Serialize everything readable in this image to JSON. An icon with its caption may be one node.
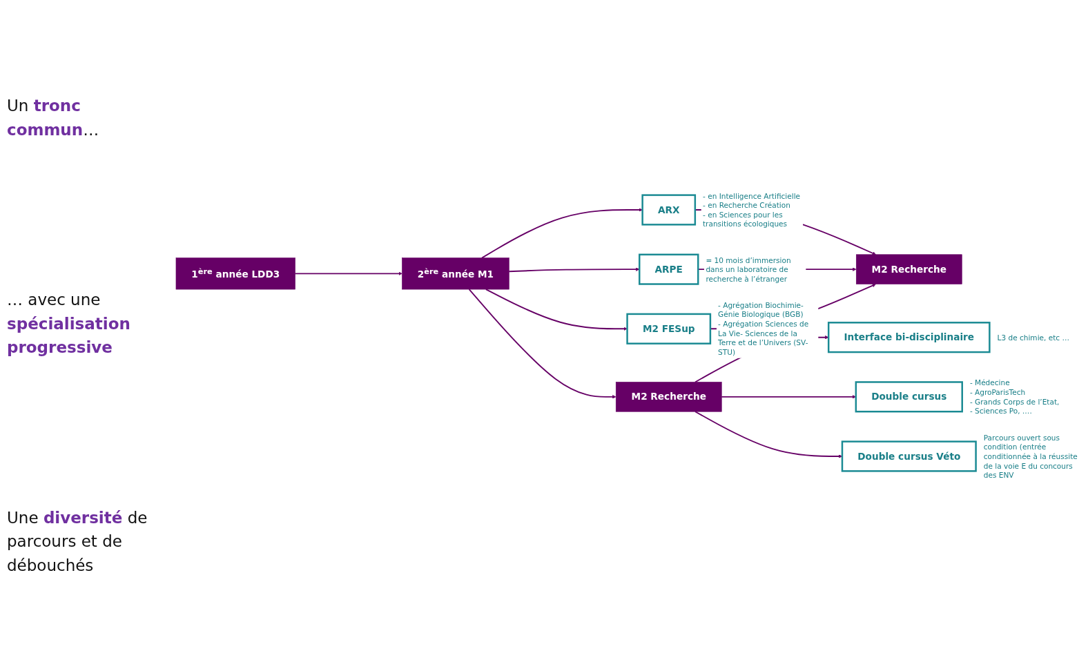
{
  "diagram": {
    "nodes": [
      {
        "text": [
          "1$^{ère}$ année LDD3"
        ]
      },
      {
        "text": [
          "2$^{ère}$ année M1"
        ]
      },
      {
        "text": [
          "ARX"
        ],
        "beside": [
          "- en Intelligence Artificielle",
          "- en Recherche Création",
          "- en Sciences pour les transitions écologiques"
        ]
      },
      {
        "text": [
          "ARPE"
        ],
        "beside": [
          "= 10 mois d’immersion dans un laboratoire de recherche à l’étranger"
        ]
      },
      {
        "text": [
          "M2 FESup"
        ],
        "beside": [
          "- Agrégation Biochimie-Génie Biologique (BGB)",
          "- Agrégation Sciences de La Vie- Sciences de la Terre et de l’Univers (SV-STU)"
        ]
      },
      {
        "text": [
          "M2 Recherche"
        ]
      },
      {
        "text": [
          "M2 Recherche"
        ]
      },
      {
        "text": [
          "Interface bi-disciplinaire"
        ],
        "beside": [
          "L3 de chimie, etc …"
        ]
      },
      {
        "text": [
          "Double cursus"
        ],
        "beside": [
          "- Médecine",
          "- AgroParisTech",
          "- Grands Corps de l’Etat,",
          "- Sciences Po, …."
        ]
      },
      {
        "text": [
          "Double cursus Véto"
        ],
        "beside": [
          "Parcours ouvert sous condition (entrée conditionnée à la réussite de la voie E du concours des ENV"
        ]
      }
    ],
    "edges": [
      {
        "from": 0,
        "to": 1,
        "arrow": "to"
      },
      {
        "from": 1,
        "to": 2,
        "arrow": "to"
      },
      {
        "from": 1,
        "to": 3,
        "arrow": "to"
      },
      {
        "from": 1,
        "to": 4,
        "arrow": "to"
      },
      {
        "from": 1,
        "to": 6,
        "arrow": "to"
      },
      {
        "from": 2,
        "to": 5,
        "arrow": "to"
      },
      {
        "from": 3,
        "to": 5,
        "arrow": "to"
      },
      {
        "from": 4,
        "to": 5,
        "arrow": "to"
      },
      {
        "from": 6,
        "to": 7,
        "arrow": "to"
      },
      {
        "from": 6,
        "to": 8,
        "arrow": "to"
      },
      {
        "from": 6,
        "to": 9,
        "arrow": "to"
      }
    ],
    "labels": [
      "Un **tronc commun**…",
      "… avec une **spécialisation progressive**",
      "Une **diversité** de parcours et de débouchés"
    ]
  }
}
